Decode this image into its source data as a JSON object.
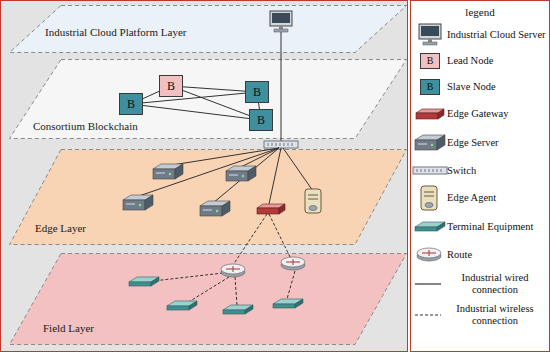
{
  "diagram": {
    "nodes": [
      {
        "text": [
          "Industrial Cloud Platform Layer"
        ]
      },
      {
        "text": [
          "Consortium Blockchain"
        ]
      },
      {
        "text": [
          "B"
        ],
        "in": 1
      },
      {
        "text": [
          "B"
        ],
        "in": 1
      },
      {
        "text": [
          "B"
        ],
        "in": 1
      },
      {
        "text": [
          "B"
        ],
        "in": 1
      },
      {
        "text": [
          "Edge Layer"
        ]
      },
      {
        "text": [
          "Field Layer"
        ]
      }
    ],
    "edges": [
      {
        "from": 2,
        "to": 3,
        "arrow": "none"
      },
      {
        "from": 2,
        "to": 4,
        "arrow": "none"
      },
      {
        "from": 2,
        "to": 5,
        "arrow": "none"
      },
      {
        "from": 4,
        "to": 3,
        "arrow": "none"
      },
      {
        "from": 4,
        "to": 5,
        "arrow": "none"
      },
      {
        "from": 3,
        "to": 5,
        "arrow": "none"
      }
    ],
    "labels": [
      "legend",
      "B",
      "B"
    ],
    "legend": [
      {
        "text": "Industrial Cloud Server"
      },
      {
        "text": "Lead Node",
        "color": "#f2c0c0"
      },
      {
        "text": "Slave Node",
        "color": "#3f8f9e"
      },
      {
        "text": "Edge Gateway"
      },
      {
        "text": "Edge Server"
      },
      {
        "text": "Switch"
      },
      {
        "text": "Edge Agent"
      },
      {
        "text": "Terminal Equipment"
      },
      {
        "text": "Route"
      },
      {
        "text": "Industrial wired connection"
      },
      {
        "text": "Industrial wireless connection"
      }
    ]
  }
}
